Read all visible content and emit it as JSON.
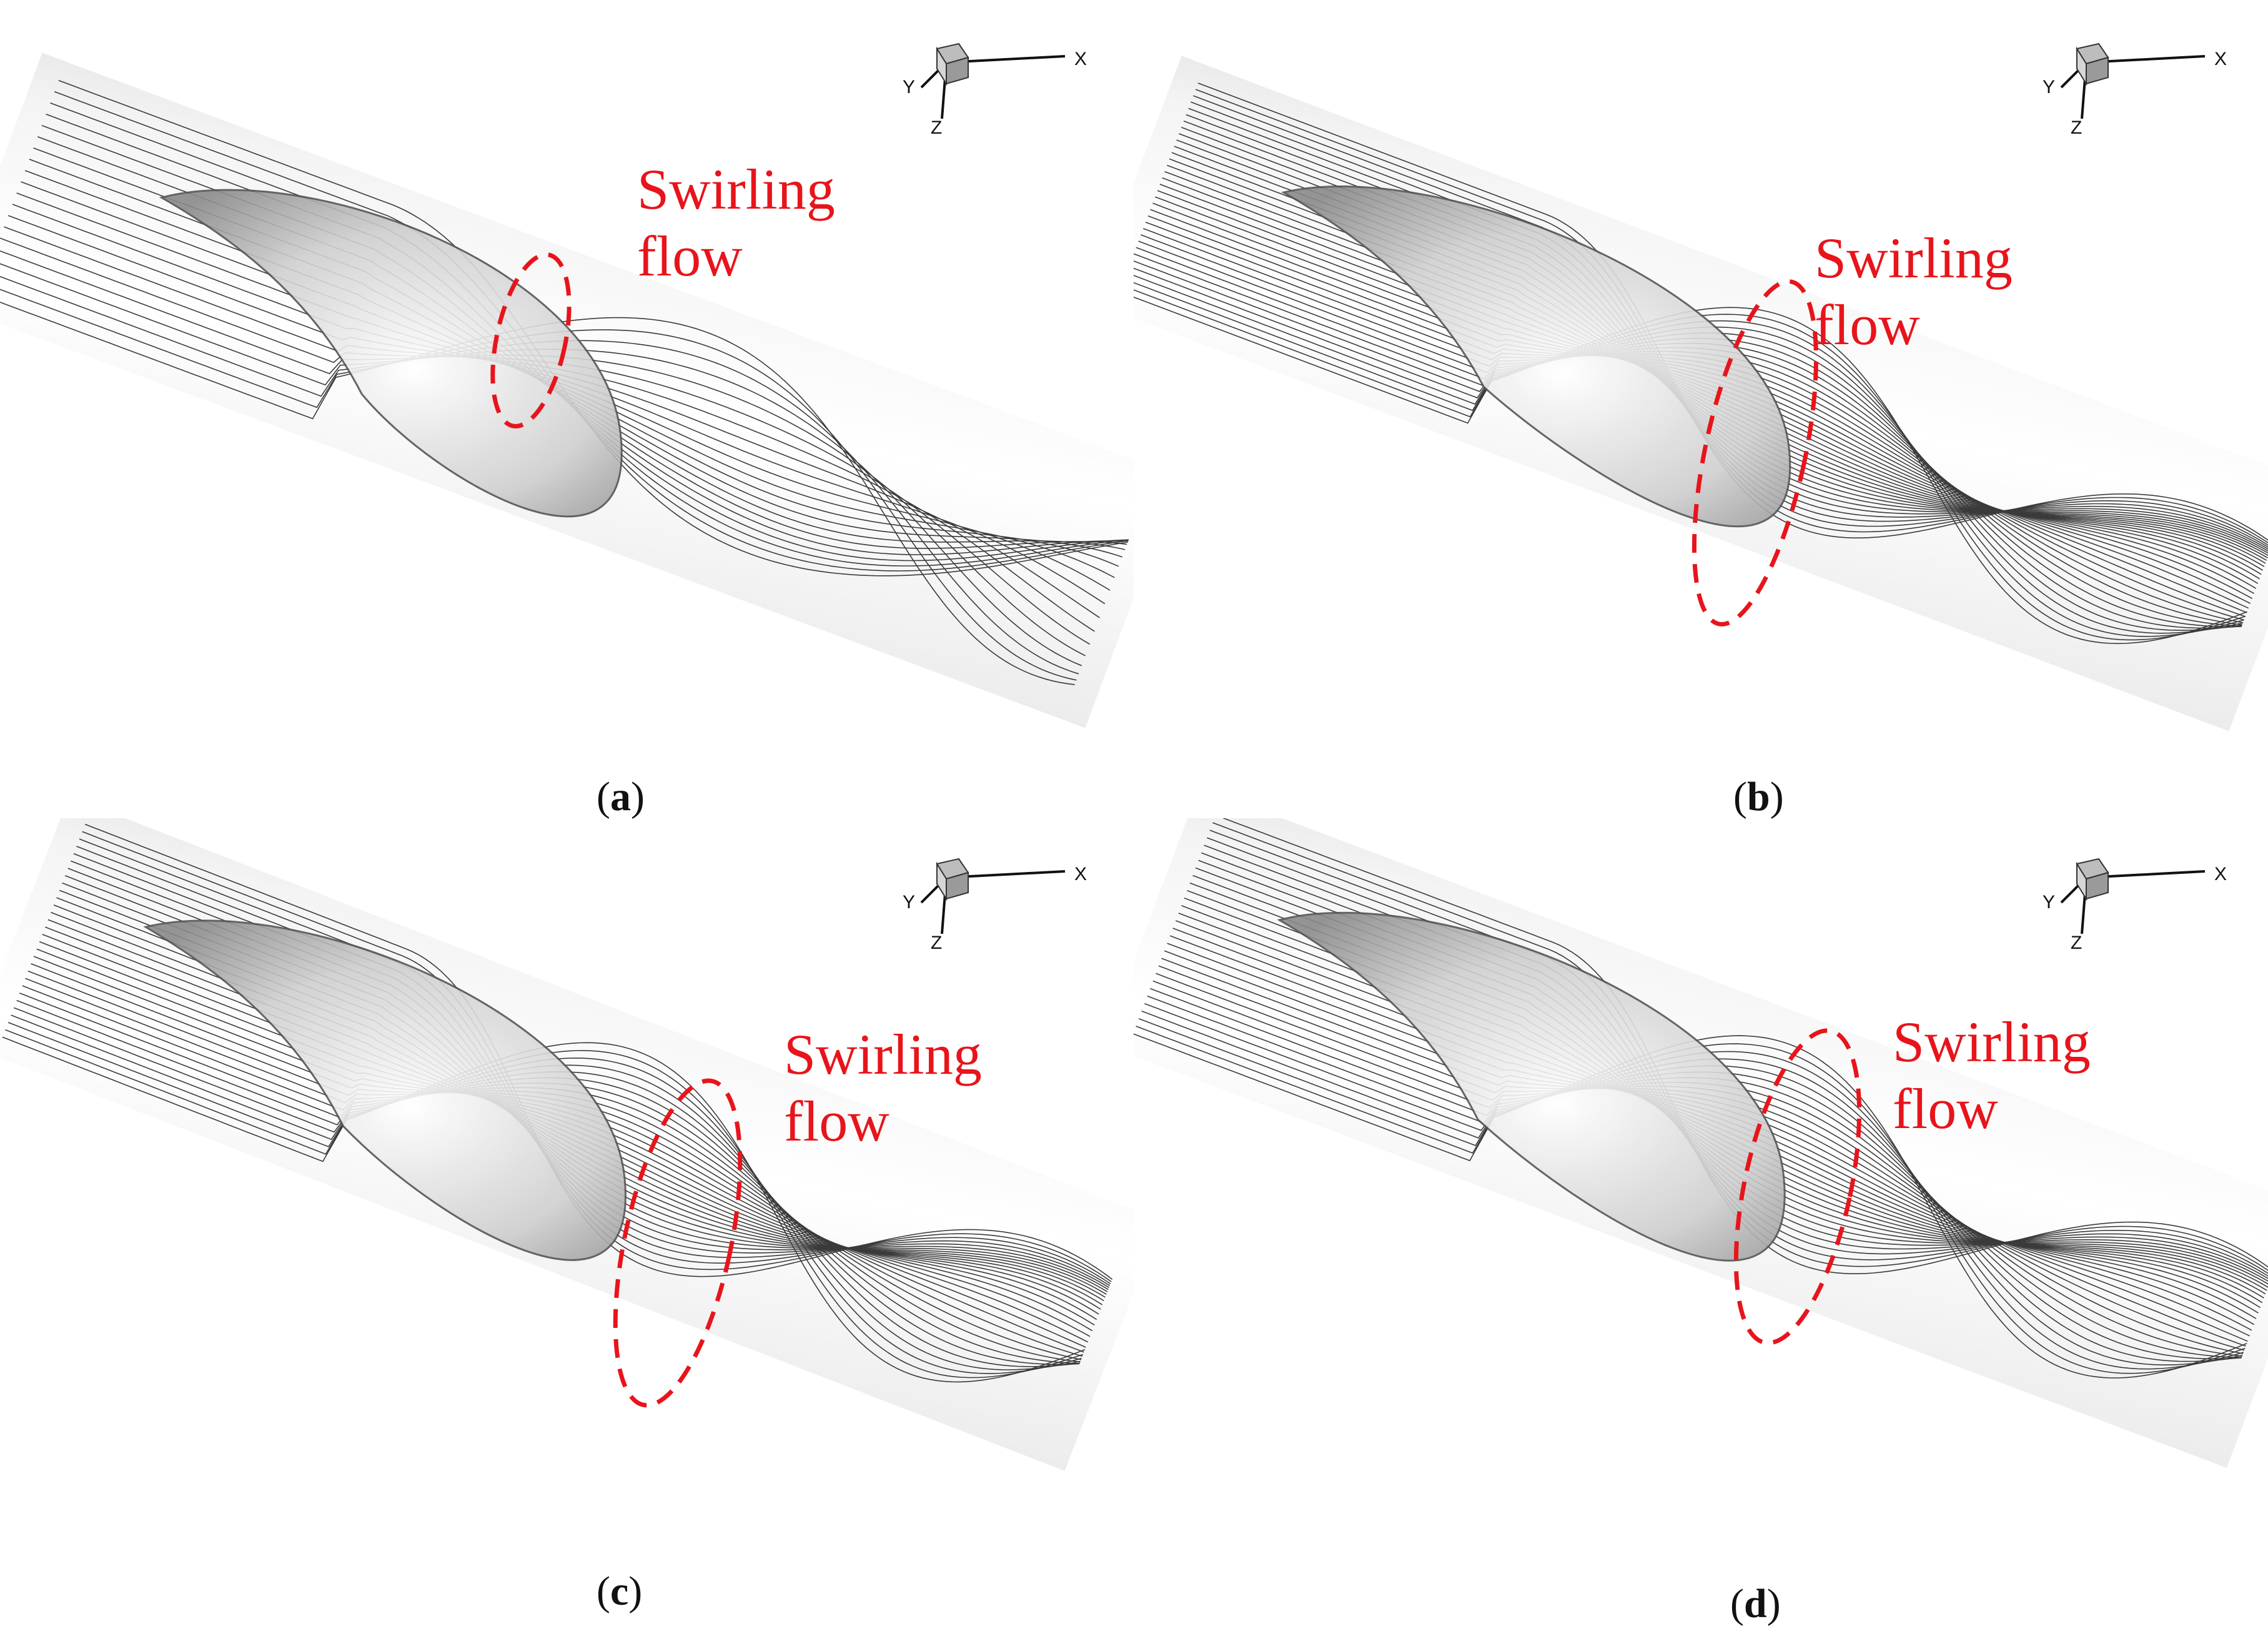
{
  "figure": {
    "panels": [
      {
        "id": "a",
        "caption_open": "(",
        "caption_letter": "a",
        "caption_close": ")",
        "annotation_line1": "Swirling",
        "annotation_line2": "flow",
        "axis": {
          "x": "X",
          "y": "Y",
          "z": "Z"
        }
      },
      {
        "id": "b",
        "caption_open": "(",
        "caption_letter": "b",
        "caption_close": ")",
        "annotation_line1": "Swirling",
        "annotation_line2": "flow",
        "axis": {
          "x": "X",
          "y": "Y",
          "z": "Z"
        }
      },
      {
        "id": "c",
        "caption_open": "(",
        "caption_letter": "c",
        "caption_close": ")",
        "annotation_line1": "Swirling",
        "annotation_line2": "flow",
        "axis": {
          "x": "X",
          "y": "Y",
          "z": "Z"
        }
      },
      {
        "id": "d",
        "caption_open": "(",
        "caption_letter": "d",
        "caption_close": ")",
        "annotation_line1": "Swirling",
        "annotation_line2": "flow",
        "axis": {
          "x": "X",
          "y": "Y",
          "z": "Z"
        }
      }
    ],
    "colors": {
      "annotation": "#e8141b",
      "streamline": "#1a1a1a",
      "pipe": "#d9d9d9"
    }
  }
}
